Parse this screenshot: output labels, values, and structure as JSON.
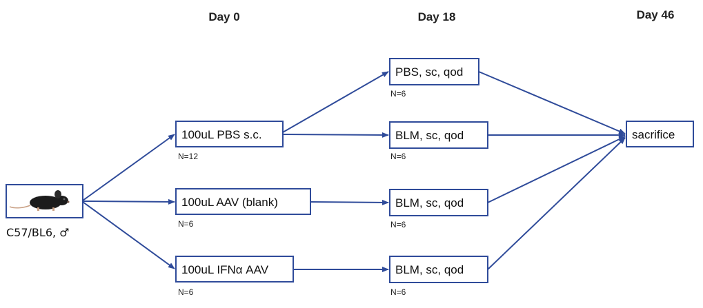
{
  "days": {
    "day0": "Day 0",
    "day18": "Day 18",
    "day46": "Day 46"
  },
  "start": {
    "label": "C57/BL6, ♂",
    "icon": "mouse-icon"
  },
  "stage1": [
    {
      "label": "100uL PBS s.c.",
      "n": "N=12"
    },
    {
      "label": "100uL AAV (blank)",
      "n": "N=6"
    },
    {
      "label": "100uL IFNα AAV",
      "n": "N=6"
    }
  ],
  "stage2": [
    {
      "label": "PBS, sc, qod",
      "n": "N=6"
    },
    {
      "label": "BLM, sc, qod",
      "n": "N=6"
    },
    {
      "label": "BLM, sc, qod",
      "n": "N=6"
    },
    {
      "label": "BLM, sc, qod",
      "n": "N=6"
    }
  ],
  "end": {
    "label": "sacrifice"
  },
  "colors": {
    "arrow": "#2f4b9a",
    "box_border": "#2f4b9a"
  }
}
